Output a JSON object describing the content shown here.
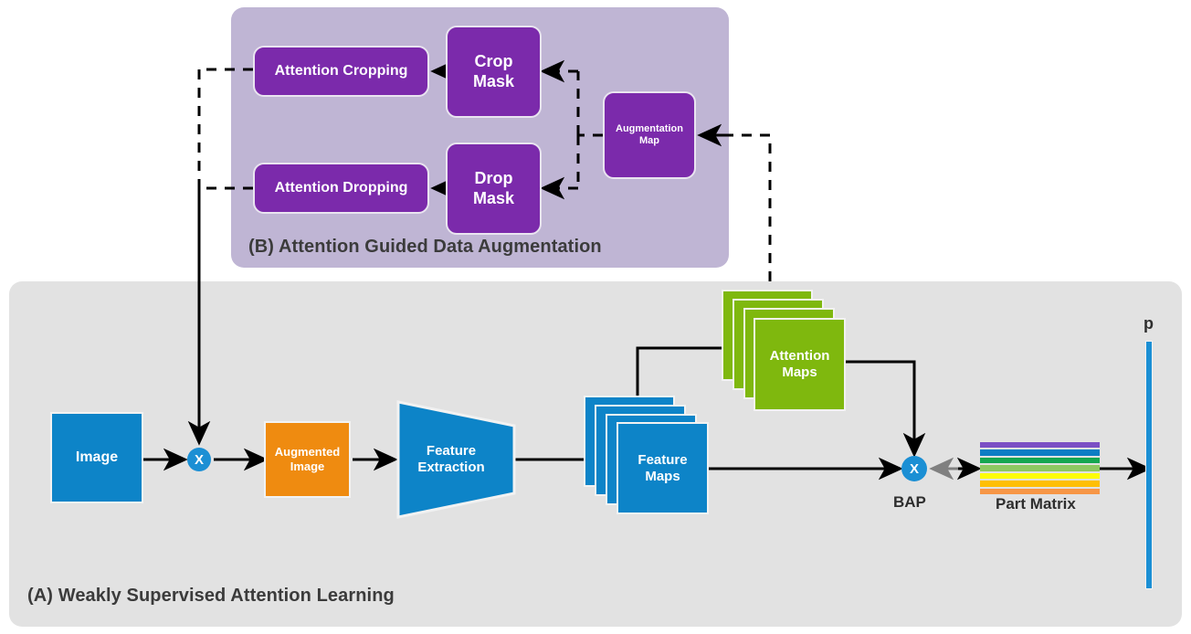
{
  "figure": {
    "panels": [
      {
        "id": "a",
        "caption": "(A) Weakly Supervised Attention Learning",
        "background": "#e2e2e2"
      },
      {
        "id": "b",
        "caption": "(B) Attention Guided Data Augmentation",
        "background": "#bfb5d4"
      }
    ]
  },
  "panel_b": {
    "nodes": {
      "attention_cropping": "Attention Cropping",
      "attention_dropping": "Attention Dropping",
      "crop_mask": "Crop\nMask",
      "crop_mask_line1": "Crop",
      "crop_mask_line2": "Mask",
      "drop_mask_line1": "Drop",
      "drop_mask_line2": "Mask",
      "augmentation_map_line1": "Augmentation",
      "augmentation_map_line2": "Map"
    },
    "colors": {
      "node": "#7b2aab",
      "panel": "#bfb5d4"
    }
  },
  "panel_a": {
    "nodes": {
      "image": "Image",
      "augmented_image_line1": "Augmented",
      "augmented_image_line2": "Image",
      "feature_extraction_line1": "Feature",
      "feature_extraction_line2": "Extraction",
      "feature_maps_line1": "Feature",
      "feature_maps_line2": "Maps",
      "attention_maps_line1": "Attention",
      "attention_maps_line2": "Maps",
      "part_matrix": "Part Matrix",
      "bap": "BAP",
      "multiply_symbol": "X",
      "probability": "p"
    },
    "colors": {
      "blue": "#0d84c8",
      "orange": "#ef8b10",
      "green": "#7fb80e",
      "operator": "#1b8fd4",
      "panel": "#e2e2e2"
    },
    "part_matrix_stripes": [
      "#7b4fc4",
      "#0d7dc4",
      "#15a650",
      "#8dc861",
      "#fdfd06",
      "#ffbf04",
      "#f79646"
    ]
  }
}
